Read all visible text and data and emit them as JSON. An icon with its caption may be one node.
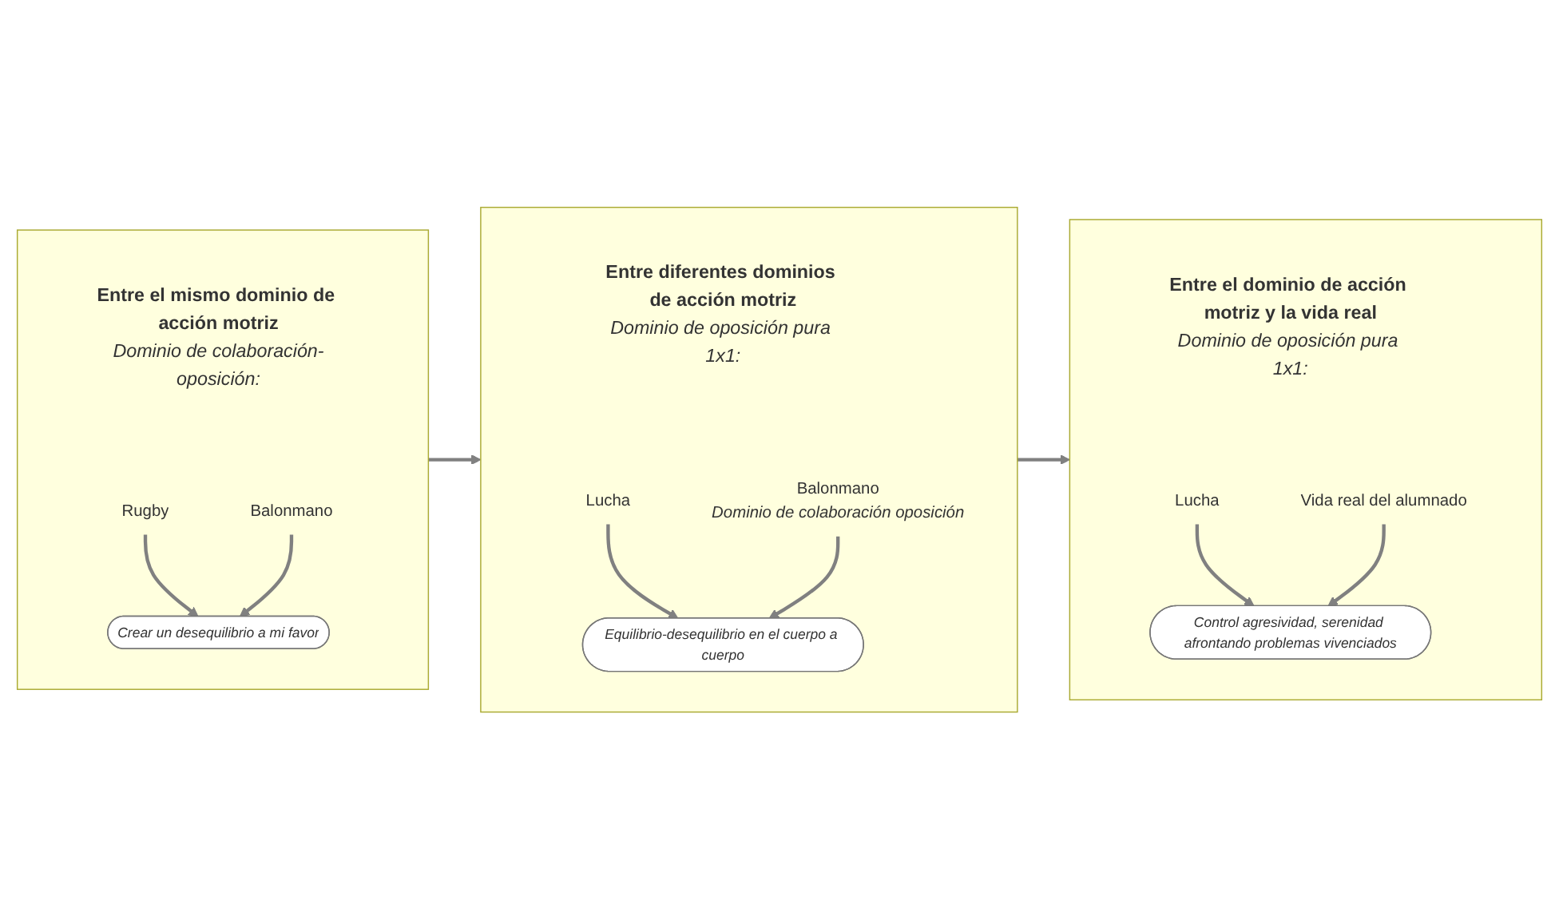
{
  "diagram": {
    "nodes": [
      {
        "text": [
          "Entre el mismo dominio de acción motriz",
          "Dominio de colaboración-oposición:"
        ]
      },
      {
        "text": [
          "Rugby"
        ],
        "in": 0
      },
      {
        "text": [
          "Crear un desequilibrio a mi favor"
        ],
        "in": 0
      },
      {
        "text": [
          "Balonmano"
        ],
        "in": 0
      },
      {
        "text": [
          "Entre diferentes dominios de acción motriz",
          "Dominio de oposición pura 1x1:"
        ]
      },
      {
        "text": [
          "Lucha"
        ],
        "in": 4
      },
      {
        "text": [
          "Equilibrio-desequilibrio en el cuerpo a cuerpo"
        ],
        "in": 4
      },
      {
        "text": [
          "Balonmano"
        ],
        "in": 4,
        "beside": [
          "Dominio de colaboración oposición"
        ]
      },
      {
        "text": [
          "Entre el dominio de acción motriz y la vida real",
          "Dominio de oposición pura 1x1:"
        ]
      },
      {
        "text": [
          "Lucha"
        ],
        "in": 8
      },
      {
        "text": [
          "Control agresividad, serenidad afrontando problemas vivenciados"
        ],
        "in": 8
      },
      {
        "text": [
          "Vida real del alumnado"
        ],
        "in": 8
      }
    ],
    "edges": [
      {
        "from": 1,
        "to": 2,
        "arrow": "to"
      },
      {
        "from": 3,
        "to": 2,
        "arrow": "to"
      },
      {
        "from": 5,
        "to": 6,
        "arrow": "to"
      },
      {
        "from": 7,
        "to": 6,
        "arrow": "to"
      },
      {
        "from": 9,
        "to": 10,
        "arrow": "to"
      },
      {
        "from": 11,
        "to": 10,
        "arrow": "to"
      },
      {
        "from": 0,
        "to": 4,
        "arrow": "to"
      },
      {
        "from": 4,
        "to": 8,
        "arrow": "to"
      }
    ]
  }
}
